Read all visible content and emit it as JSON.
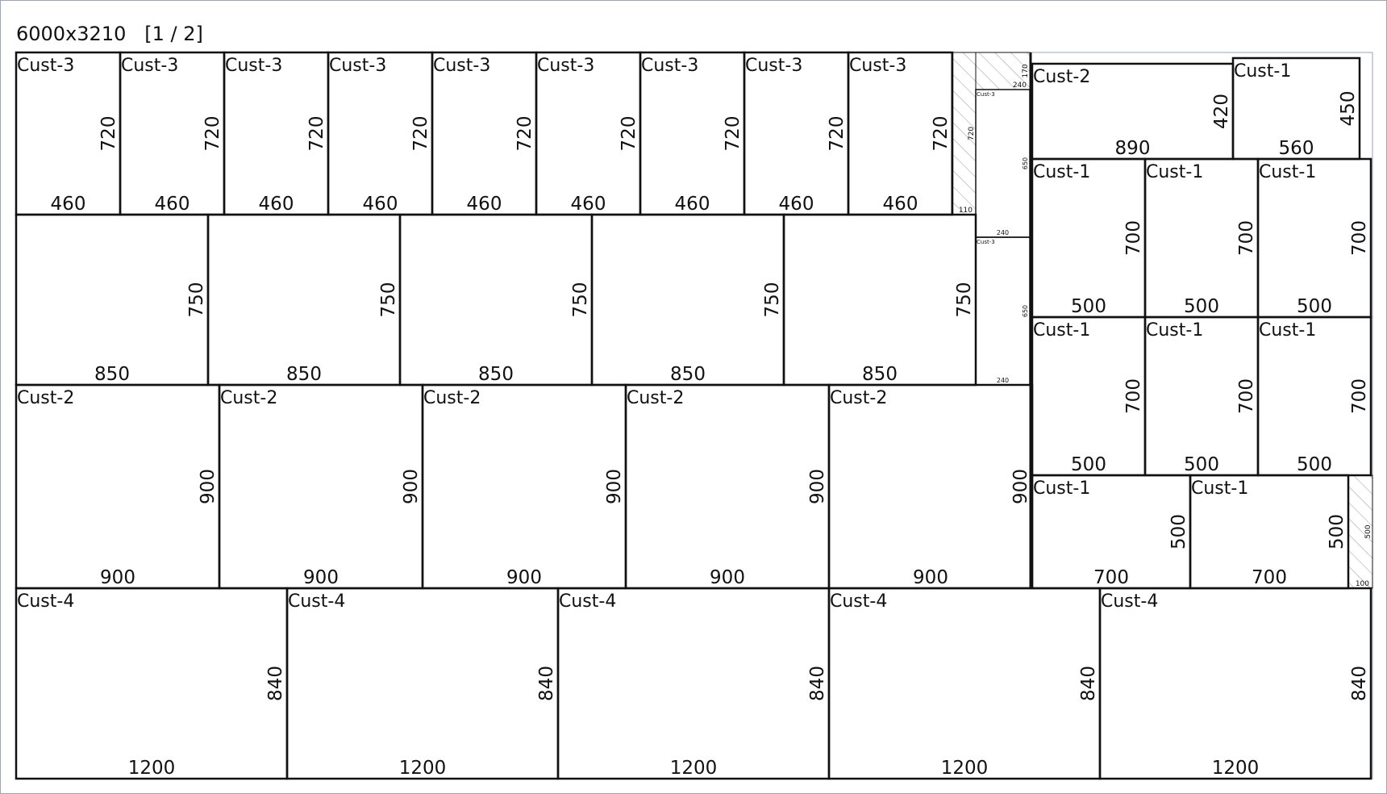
{
  "sheet": {
    "title": "6000x3210   [1 / 2]",
    "colors": {
      "line": "#111111",
      "border": "#9aa5b8",
      "hatch": "#9a9a9a",
      "background": "#ffffff"
    }
  },
  "panels": [
    {
      "name": "Cust-3",
      "w": "460",
      "h": "720"
    },
    {
      "name": "Cust-3",
      "w": "460",
      "h": "720"
    },
    {
      "name": "Cust-3",
      "w": "460",
      "h": "720"
    },
    {
      "name": "Cust-3",
      "w": "460",
      "h": "720"
    },
    {
      "name": "Cust-3",
      "w": "460",
      "h": "720"
    },
    {
      "name": "Cust-3",
      "w": "460",
      "h": "720"
    },
    {
      "name": "Cust-3",
      "w": "460",
      "h": "720"
    },
    {
      "name": "Cust-3",
      "w": "460",
      "h": "720"
    },
    {
      "name": "Cust-3",
      "w": "460",
      "h": "720"
    },
    {
      "name": "",
      "w": "850",
      "h": "750"
    },
    {
      "name": "",
      "w": "850",
      "h": "750"
    },
    {
      "name": "",
      "w": "850",
      "h": "750"
    },
    {
      "name": "",
      "w": "850",
      "h": "750"
    },
    {
      "name": "",
      "w": "850",
      "h": "750"
    },
    {
      "name": "Cust-2",
      "w": "900",
      "h": "900"
    },
    {
      "name": "Cust-2",
      "w": "900",
      "h": "900"
    },
    {
      "name": "Cust-2",
      "w": "900",
      "h": "900"
    },
    {
      "name": "Cust-2",
      "w": "900",
      "h": "900"
    },
    {
      "name": "Cust-2",
      "w": "900",
      "h": "900"
    },
    {
      "name": "Cust-4",
      "w": "1200",
      "h": "840"
    },
    {
      "name": "Cust-4",
      "w": "1200",
      "h": "840"
    },
    {
      "name": "Cust-4",
      "w": "1200",
      "h": "840"
    },
    {
      "name": "Cust-4",
      "w": "1200",
      "h": "840"
    },
    {
      "name": "Cust-4",
      "w": "1200",
      "h": "840"
    },
    {
      "name": "Cust-2",
      "w": "890",
      "h": "420"
    },
    {
      "name": "Cust-1",
      "w": "560",
      "h": "450"
    },
    {
      "name": "Cust-1",
      "w": "500",
      "h": "700"
    },
    {
      "name": "Cust-1",
      "w": "500",
      "h": "700"
    },
    {
      "name": "Cust-1",
      "w": "500",
      "h": "700"
    },
    {
      "name": "Cust-1",
      "w": "500",
      "h": "700"
    },
    {
      "name": "Cust-1",
      "w": "500",
      "h": "700"
    },
    {
      "name": "Cust-1",
      "w": "500",
      "h": "700"
    },
    {
      "name": "Cust-1",
      "w": "700",
      "h": "500"
    },
    {
      "name": "Cust-1",
      "w": "700",
      "h": "500"
    },
    {
      "name": "Cust-3",
      "w": "240",
      "h": "650",
      "small": true
    },
    {
      "name": "Cust-3",
      "w": "240",
      "h": "650",
      "small": true
    }
  ],
  "waste": [
    {
      "w": "110",
      "h": "720"
    },
    {
      "w": "240",
      "h": "170"
    },
    {
      "w": "100",
      "h": "500"
    }
  ]
}
